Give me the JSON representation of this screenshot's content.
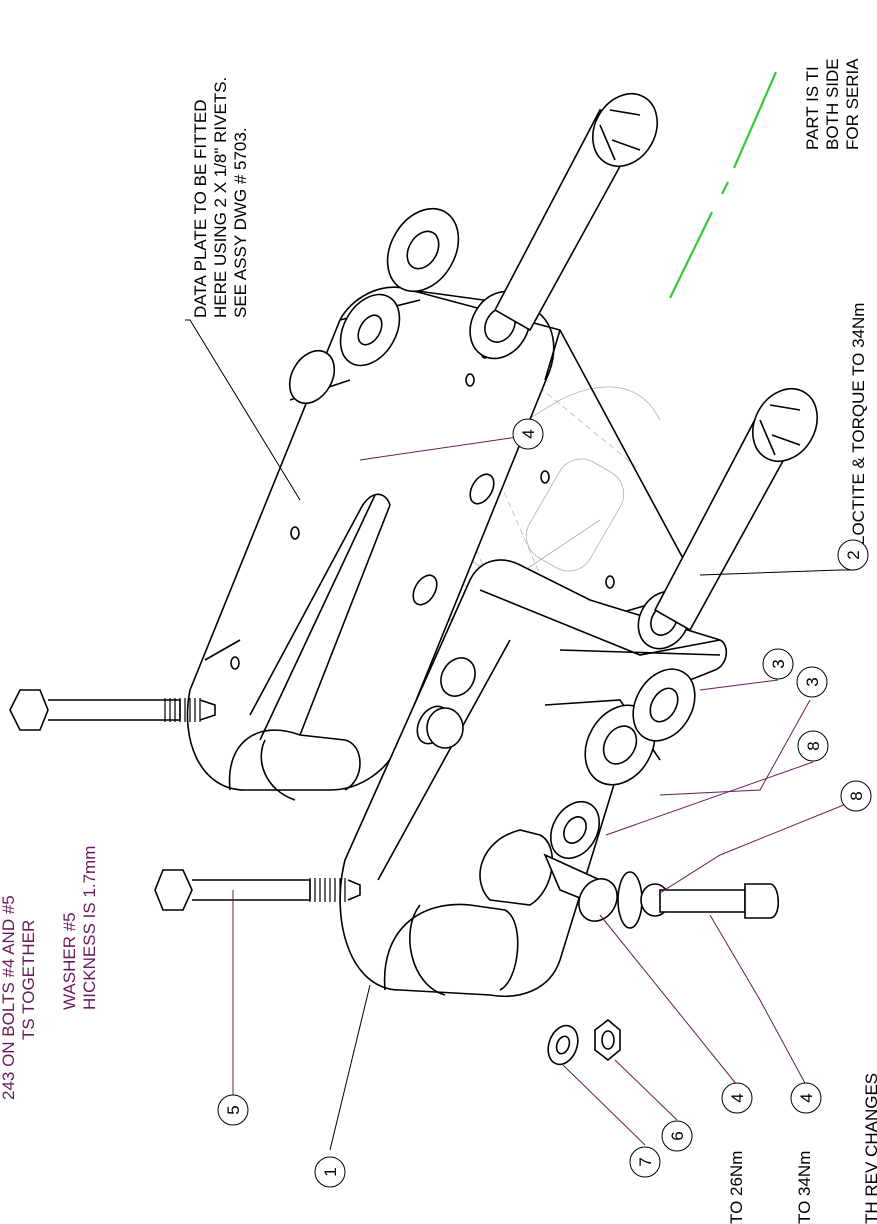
{
  "notes": {
    "data_plate": [
      "DATA PLATE TO BE FITTED",
      "HERE USING 2 X 1/8\" RIVETS.",
      "SEE ASSY DWG # 5703."
    ],
    "part_note": [
      "PART IS TI",
      "BOTH SIDE",
      "FOR SERIA"
    ],
    "loctite": "LOCTITE & TORQUE TO 34Nm",
    "left_purple": [
      "243 ON BOLTS #4 AND #5",
      "TS TOGETHER"
    ],
    "washer": [
      "WASHER #5",
      "HICKNESS IS 1.7mm"
    ],
    "torque_26": "TO 26Nm",
    "torque_34": "TO 34Nm",
    "rev_changes": "TH REV CHANGES"
  },
  "balloons": [
    {
      "id": "b1",
      "label": "1"
    },
    {
      "id": "b2",
      "label": "2"
    },
    {
      "id": "b3a",
      "label": "3"
    },
    {
      "id": "b3b",
      "label": "3"
    },
    {
      "id": "b4a",
      "label": "4"
    },
    {
      "id": "b4b",
      "label": "4"
    },
    {
      "id": "b4c",
      "label": "4"
    },
    {
      "id": "b5",
      "label": "5"
    },
    {
      "id": "b6",
      "label": "6"
    },
    {
      "id": "b7",
      "label": "7"
    },
    {
      "id": "b8a",
      "label": "8"
    },
    {
      "id": "b8b",
      "label": "8"
    }
  ],
  "colors": {
    "line": "#000000",
    "leader_accent": "#6a1a5a",
    "centerline": "#33cc33",
    "hidden": "#b0b0b0"
  }
}
